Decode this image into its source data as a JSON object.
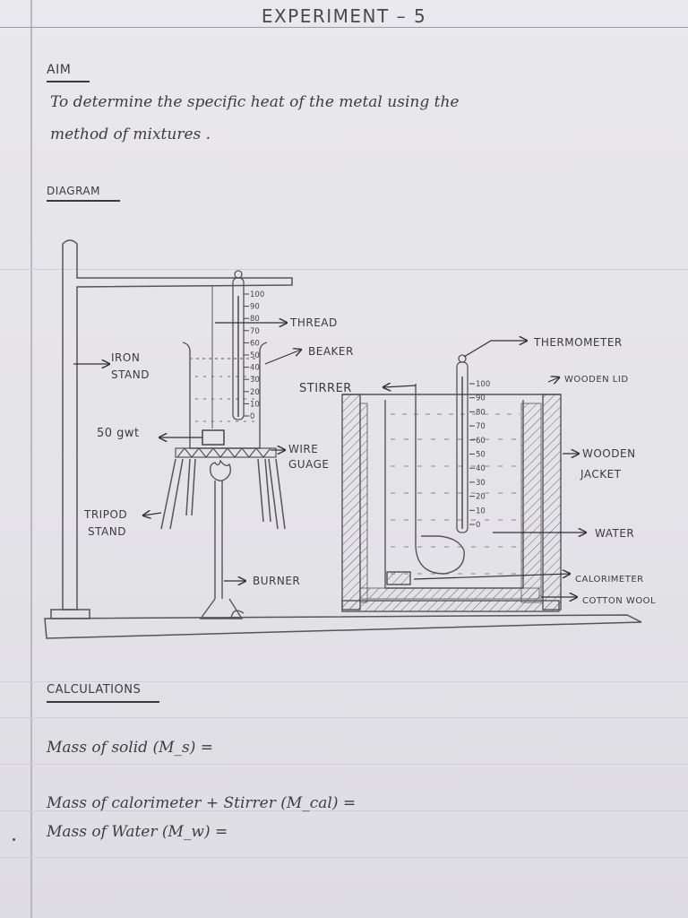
{
  "title": "EXPERIMENT – 5",
  "aim": {
    "heading": "AIM",
    "line1": "To determine the specific heat of the metal using the",
    "line2": "method of mixtures ."
  },
  "diagram": {
    "heading": "DIAGRAM",
    "labels": {
      "iron_stand_1": "IRON",
      "iron_stand_2": "STAND",
      "thread": "THREAD",
      "beaker": "BEAKER",
      "weight": "50 gwt",
      "wire_gauge_1": "WIRE",
      "wire_gauge_2": "GUAGE",
      "tripod_1": "TRIPOD",
      "tripod_2": "STAND",
      "burner": "BURNER",
      "stirrer": "STIRRER",
      "thermometer": "THERMOMETER",
      "wooden_lid": "WOODEN LID",
      "wooden_jacket_1": "WOODEN",
      "wooden_jacket_2": "JACKET",
      "water": "WATER",
      "calorimeter": "CALORIMETER",
      "cotton_wool": "COTTON WOOL"
    },
    "thermometer_left_ticks": [
      "100",
      "90",
      "80",
      "70",
      "60",
      "50",
      "40",
      "30",
      "20",
      "10",
      "0"
    ],
    "thermometer_right_ticks": [
      "100",
      "90",
      "80",
      "70",
      "60",
      "50",
      "40",
      "30",
      "20",
      "10",
      "0"
    ]
  },
  "calculations": {
    "heading": "CALCULATIONS",
    "mass_solid": "Mass of solid (M_s) =",
    "mass_cal": "Mass of calorimeter + Stirrer (M_cal) =",
    "mass_water": "Mass of Water (M_w) ="
  }
}
